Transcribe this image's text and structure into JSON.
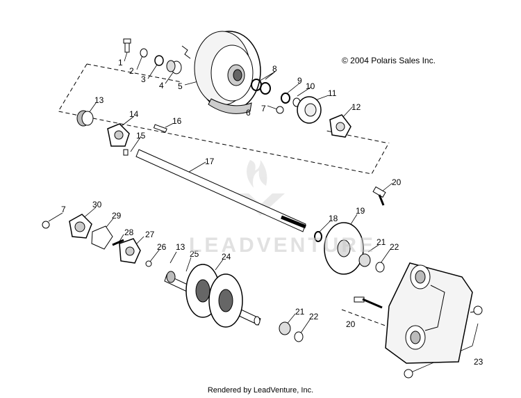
{
  "copyright": "© 2004 Polaris Sales Inc.",
  "footer": "Rendered by LeadVenture, Inc.",
  "watermark": "LEADVENTURE",
  "callouts": [
    "1",
    "2",
    "3",
    "4",
    "5",
    "6",
    "7",
    "8",
    "9",
    "10",
    "11",
    "12",
    "13",
    "14",
    "15",
    "16",
    "17",
    "18",
    "19",
    "20",
    "20",
    "21",
    "21",
    "22",
    "22",
    "23",
    "24",
    "25",
    "26",
    "27",
    "28",
    "29",
    "30",
    "7",
    "13"
  ]
}
